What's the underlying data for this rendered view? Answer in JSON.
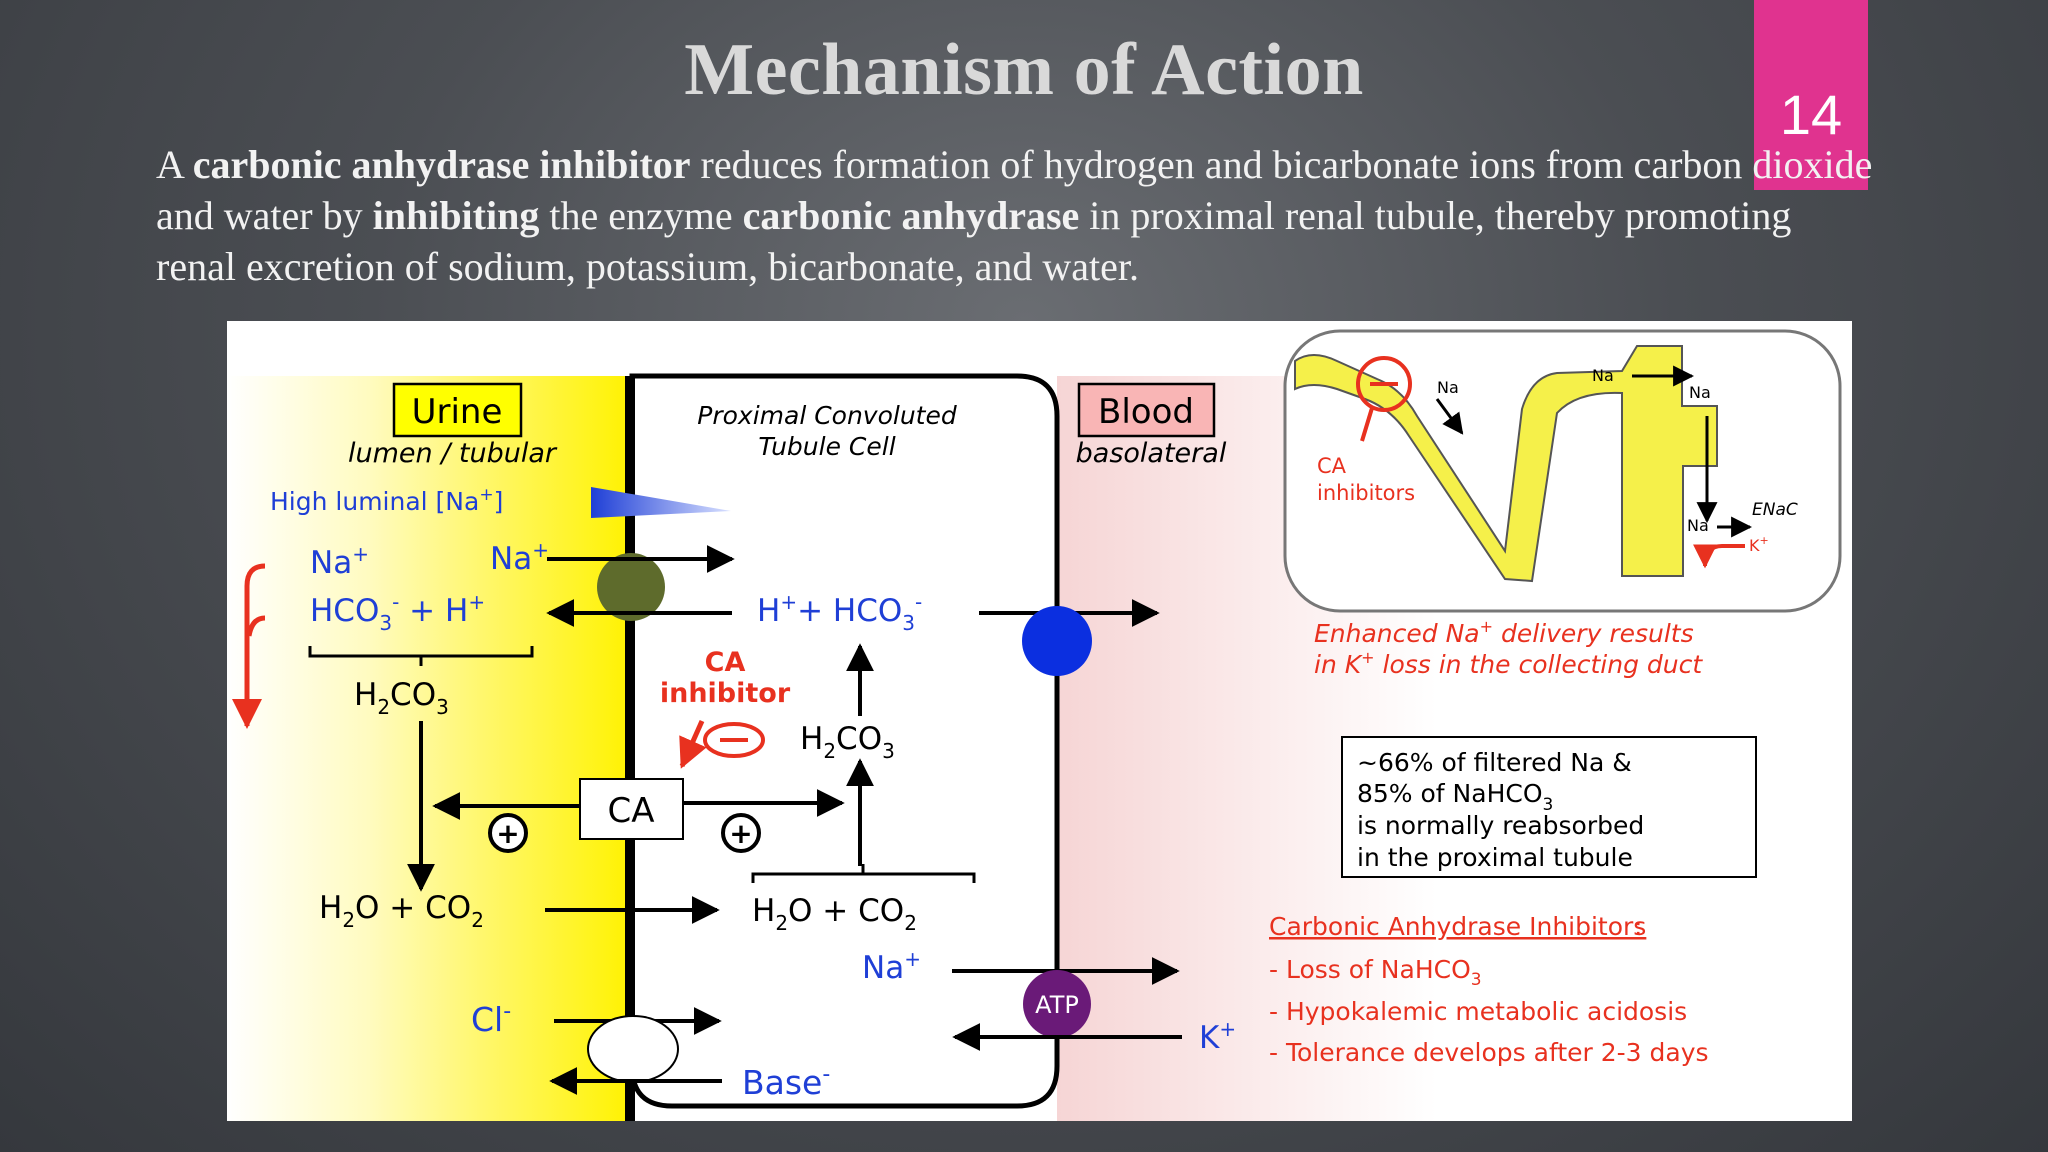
{
  "slide": {
    "title": "Mechanism of Action",
    "page_number": "14",
    "intro": {
      "s1": "A ",
      "b1": "carbonic anhydrase inhibitor",
      "s2": "  reduces formation of hydrogen and bicarbonate ions from carbon dioxide and water by ",
      "b2": "inhibiting",
      "s3": " the enzyme ",
      "b3": "carbonic anhydrase",
      "s4": " in proximal renal tubule, thereby promoting renal excretion of sodium, potassium, bicarbonate, and water."
    }
  },
  "diagram": {
    "urine_title": "Urine",
    "urine_subtitle": "lumen / tubular",
    "cell_title_1": "Proximal Convoluted",
    "cell_title_2": "Tubule Cell",
    "blood_title": "Blood",
    "blood_subtitle": "basolateral",
    "high_luminal": "High luminal [Na",
    "high_luminal_sup": "+",
    "high_luminal_end": "]",
    "lumen_na": "Na",
    "na_sup": "+",
    "lumen_na_2": "Na",
    "hco3_lumen": "HCO",
    "hco3_sub": "3",
    "hco3_sup": "-",
    "plus_h": " + H",
    "h_plus_sup": "+",
    "h2co3": "H",
    "h2co3_sub1": "2",
    "h2co3_co": "CO",
    "h2co3_sub2": "3",
    "cell_h_hco3": "H",
    "cell_plus": "+ HCO",
    "ca_inhibitor_1": "CA",
    "ca_inhibitor_2": "inhibitor",
    "ca_enzyme": "CA",
    "minus_sign": "−",
    "plus_sign": "+",
    "h2o_co2_left": "O + CO",
    "h2o_prefix": "H",
    "cell_na": "Na",
    "cl": "Cl",
    "cl_sup": "-",
    "base": "Base",
    "base_sup": "-",
    "atp": "ATP",
    "k": "K",
    "inset_na_labels": [
      "Na",
      "Na",
      "Na",
      "Na"
    ],
    "inset_ca_1": "CA",
    "inset_ca_2": "inhibitors",
    "inset_enac": "ENaC",
    "inset_k": "K",
    "enhanced_1": "Enhanced Na",
    "enhanced_1_end": " delivery results",
    "enhanced_2": "in K",
    "enhanced_2_end": " loss in the collecting duct",
    "box_line1": "~66% of filtered Na &",
    "box_line2": "85% of NaHCO",
    "box_line2_sub": "3",
    "box_line3": "is normally reabsorbed",
    "box_line4": "in the proximal tubule",
    "cai_heading": "Carbonic Anhydrase Inhibitors",
    "cai_colon": ":",
    "cai_item1": "- Loss of NaHCO",
    "cai_item1_sub": "3",
    "cai_item2": "- Hypokalemic metabolic acidosis",
    "cai_item3": "- Tolerance develops after 2-3 days"
  },
  "colors": {
    "badge": "#e0338f",
    "ion_blue": "#1f3fd6",
    "red": "#e8311f",
    "urine_yellow": "#fff200",
    "blood_pink": "#f7d9d9",
    "cotransporter_green": "#5e6b2c",
    "antiport_blue": "#0b2fe0",
    "atp_purple": "#6a1a78"
  }
}
